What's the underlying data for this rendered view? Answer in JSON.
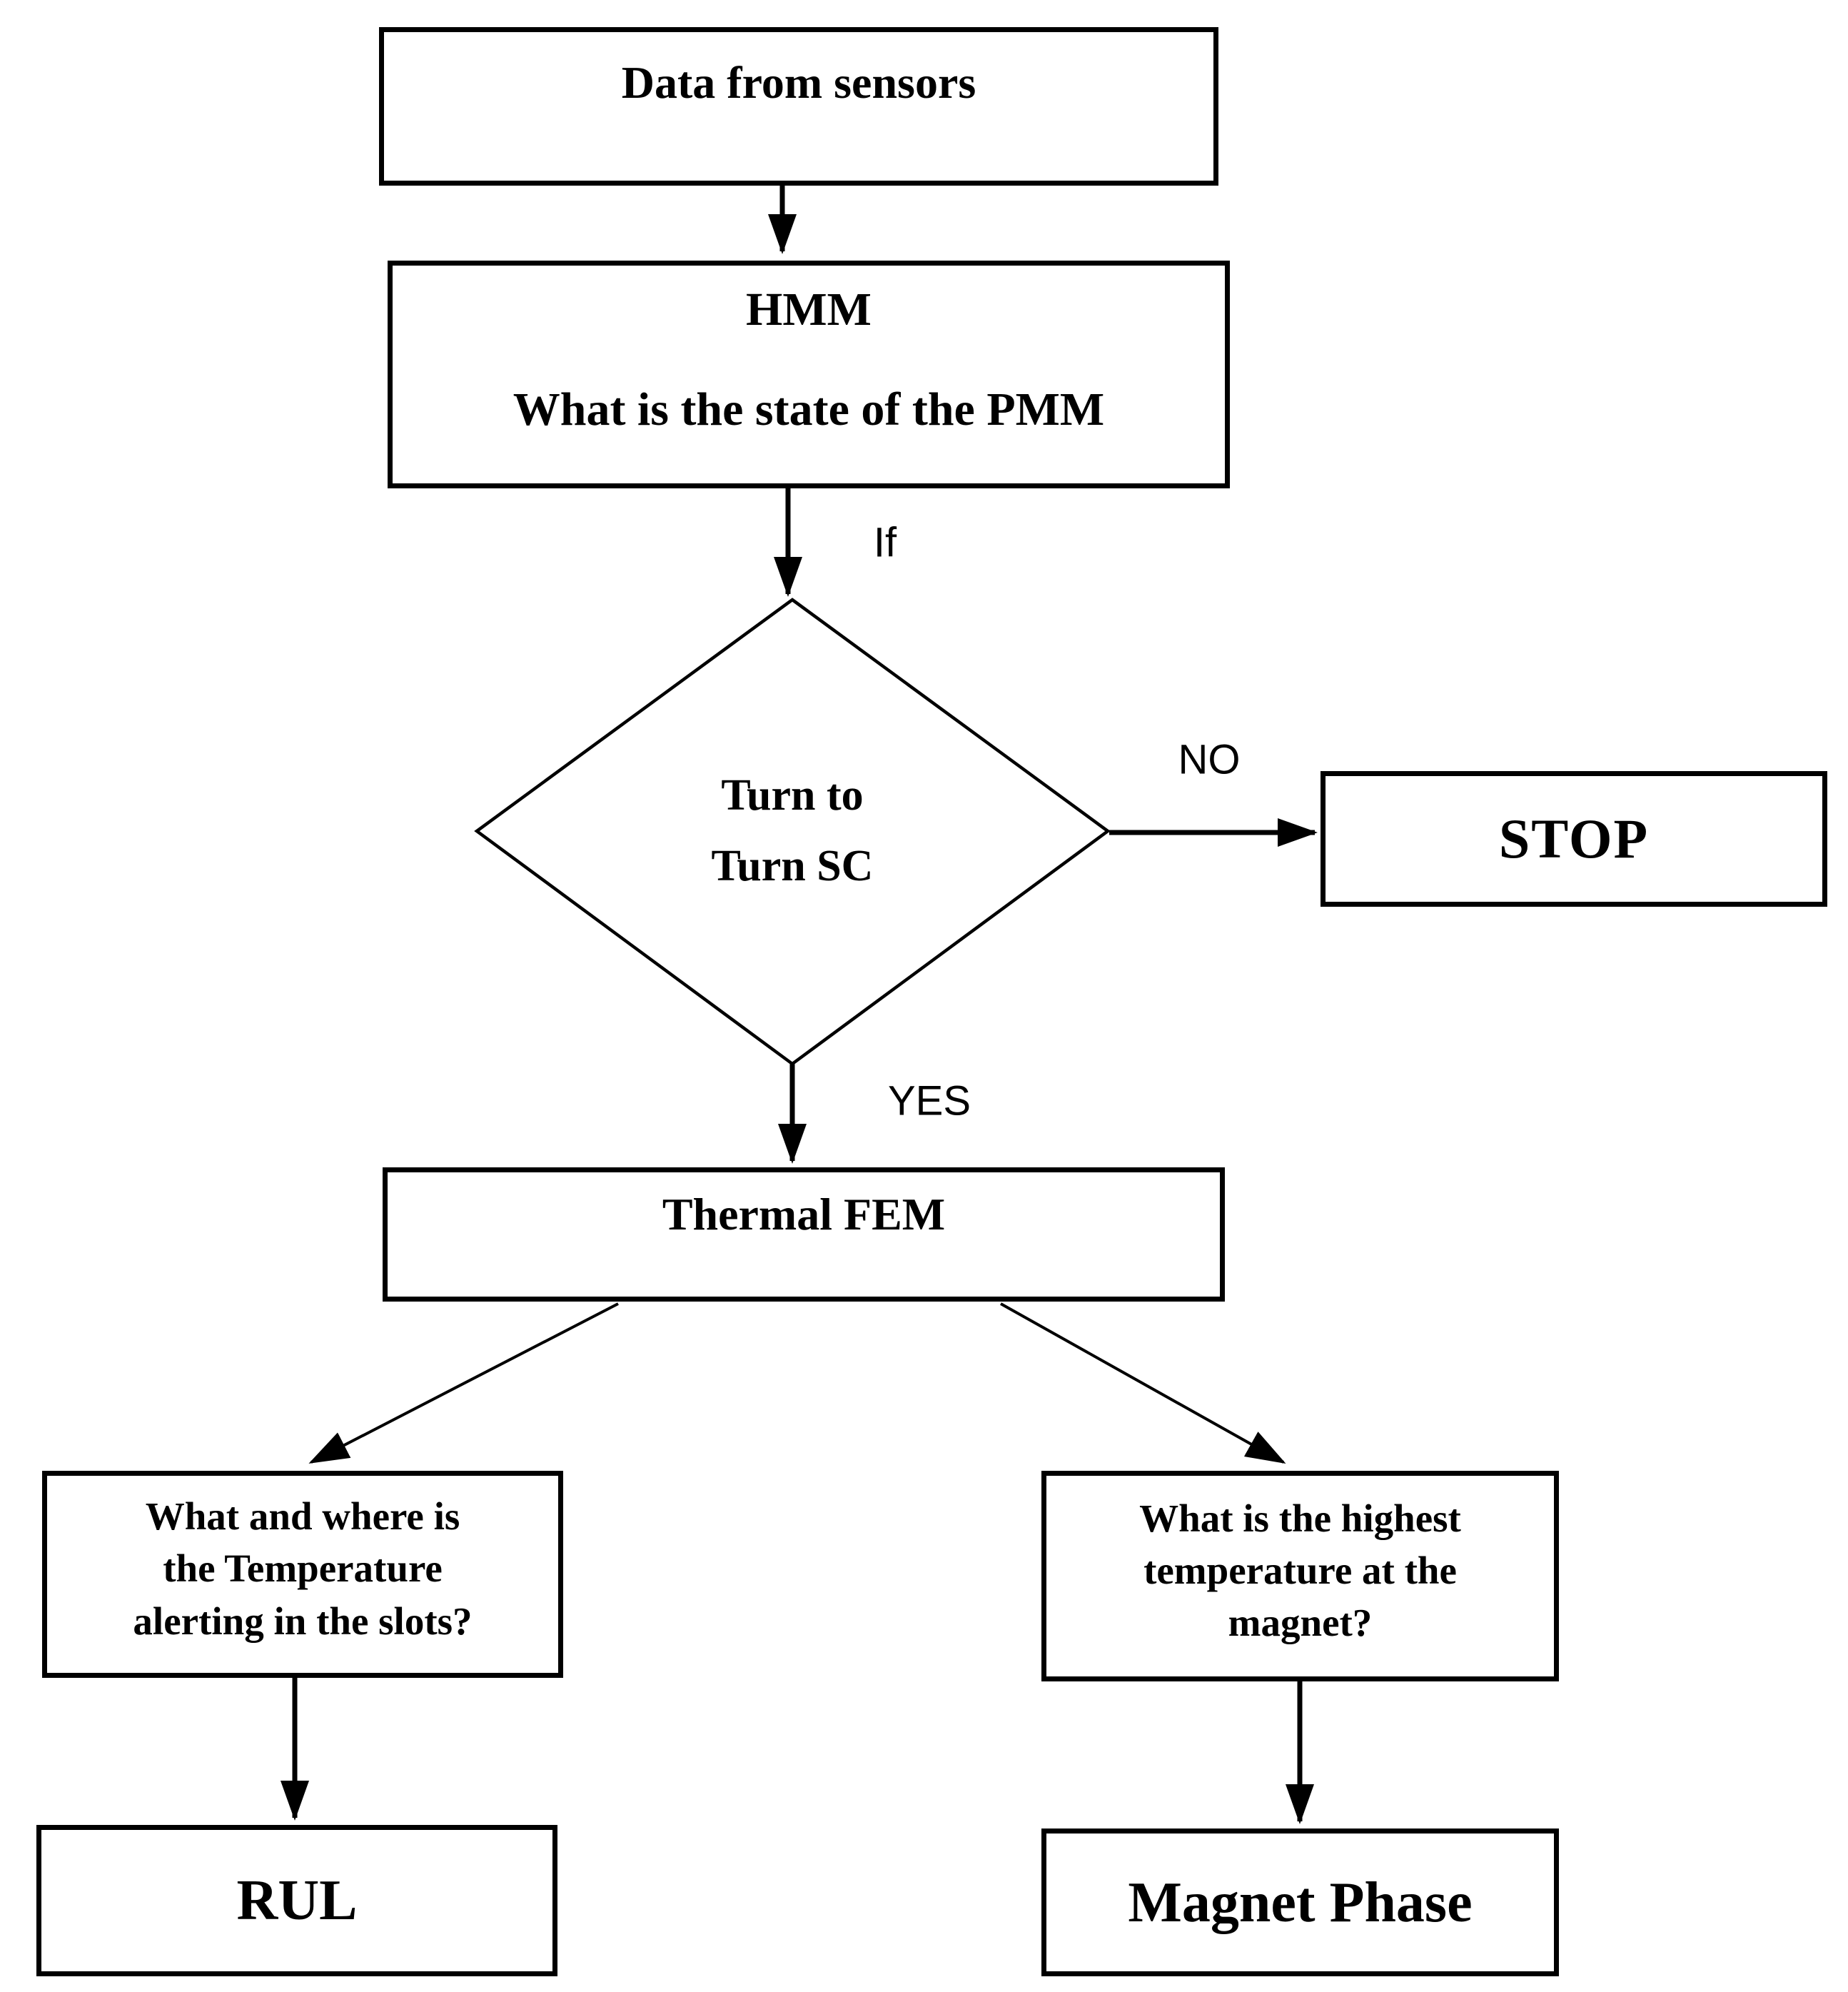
{
  "nodes": {
    "sensors": {
      "label": "Data from sensors"
    },
    "hmm": {
      "title": "HMM",
      "question": "What is the state of the PMM"
    },
    "decision": {
      "lines": [
        "Turn to",
        "Turn SC"
      ]
    },
    "stop": {
      "label": "STOP"
    },
    "thermal_fem": {
      "label": "Thermal FEM"
    },
    "slots_question": {
      "lines": [
        "What and where is",
        "the Temperature",
        "alerting in the slots?"
      ]
    },
    "magnet_question": {
      "lines": [
        "What is the highest",
        "temperature at the",
        "magnet?"
      ]
    },
    "rul": {
      "label": "RUL"
    },
    "magnet_phase": {
      "label": "Magnet Phase"
    }
  },
  "edge_labels": {
    "if": "If",
    "no": "NO",
    "yes": "YES"
  },
  "colors": {
    "line": "#000000",
    "background": "#ffffff",
    "text": "#000000"
  }
}
